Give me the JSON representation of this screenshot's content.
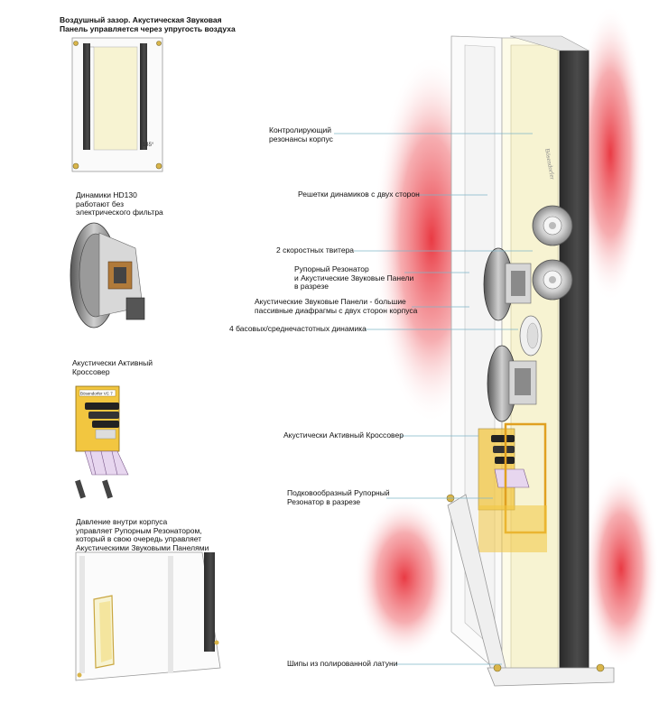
{
  "panels": {
    "air_gap": {
      "lines": [
        "Воздушный зазор. Акустическая Звуковая",
        "Панель управляется через упругость воздуха"
      ],
      "angle_label": "145°"
    },
    "drivers": {
      "lines": [
        "Динамики HD130",
        "работают без",
        "электрического фильтра"
      ]
    },
    "crossover": {
      "lines": [
        "Акустически Активный",
        "Кроссовер"
      ],
      "board_label": "Bösendorfer VC 7"
    },
    "pressure": {
      "lines": [
        "Давление внутри корпуса",
        "управляет Рупорным Резонатором,",
        "который в свою очередь управляет",
        "Акустическими Звуковыми Панелями"
      ]
    }
  },
  "speaker": {
    "brand": "Bösendorfer"
  },
  "callouts": [
    {
      "id": "cabinet",
      "lines": [
        "Контролирующий",
        "резонансы корпус"
      ]
    },
    {
      "id": "grilles",
      "lines": [
        "Решетки динамиков с двух сторон"
      ]
    },
    {
      "id": "tweeters",
      "lines": [
        "2 скоростных твитера"
      ]
    },
    {
      "id": "horn",
      "lines": [
        "Рупорный Резонатор",
        "и Акустические Звуковые Панели",
        "в разрезе"
      ]
    },
    {
      "id": "panels",
      "lines": [
        "Акустические Звуковые Панели - большие",
        "пассивные диафрагмы с двух сторон корпуса"
      ]
    },
    {
      "id": "woofers",
      "lines": [
        "4 басовых/среднечастотных динамика"
      ]
    },
    {
      "id": "crossover",
      "lines": [
        "Акустически Активный Кроссовер"
      ]
    },
    {
      "id": "wedge",
      "lines": [
        "Подковообразный Рупорный",
        "Резонатор в разрезе"
      ]
    },
    {
      "id": "spikes",
      "lines": [
        "Шипы из полированной латуни"
      ]
    }
  ],
  "colors": {
    "accent_red": "#e8303a",
    "leader_line": "#7fb6c9",
    "cream": "#f7f3d2",
    "dark_panel": "#3a3a3a",
    "brass": "#d9b54a"
  }
}
